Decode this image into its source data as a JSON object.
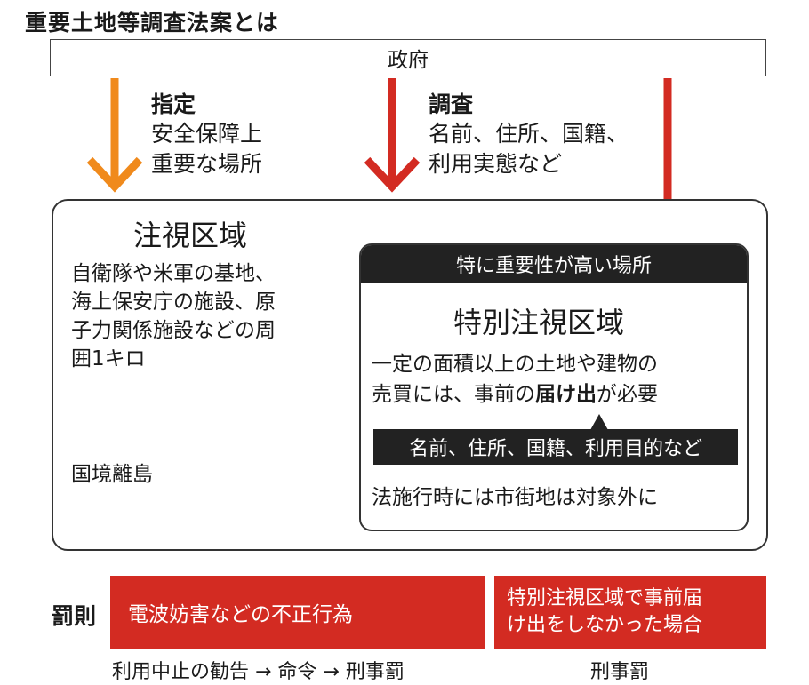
{
  "title": "重要土地等調査法案とは",
  "government": "政府",
  "designation": {
    "heading": "指定",
    "line1": "安全保障上",
    "line2": "重要な場所"
  },
  "investigation": {
    "heading": "調査",
    "line1": "名前、住所、国籍、",
    "line2": "利用実態など"
  },
  "watch_zone": {
    "title": "注視区域",
    "desc_lines": [
      "自衛隊や米軍の基地、",
      "海上保安庁の施設、原",
      "子力関係施設などの周",
      "囲1キロ"
    ],
    "border_islands": "国境離島"
  },
  "special_zone": {
    "header": "特に重要性が高い場所",
    "title": "特別注視区域",
    "line1": "一定の面積以上の土地や建物の",
    "line2_pre": "売買には、事前の",
    "line2_bold": "届け出",
    "line2_post": "が必要",
    "tag": "名前、住所、国籍、利用目的など",
    "note": "法施行時には市街地は対象外に"
  },
  "penalty": {
    "label": "罰則",
    "box1": "電波妨害などの不正行為",
    "box1_result": "利用中止の勧告 → 命令 → 刑事罰",
    "box2_line1": "特別注視区域で事前届",
    "box2_line2": "け出をしなかった場合",
    "box2_result": "刑事罰"
  },
  "colors": {
    "orange": "#f08a1c",
    "red": "#d32b22",
    "dark": "#222222"
  }
}
